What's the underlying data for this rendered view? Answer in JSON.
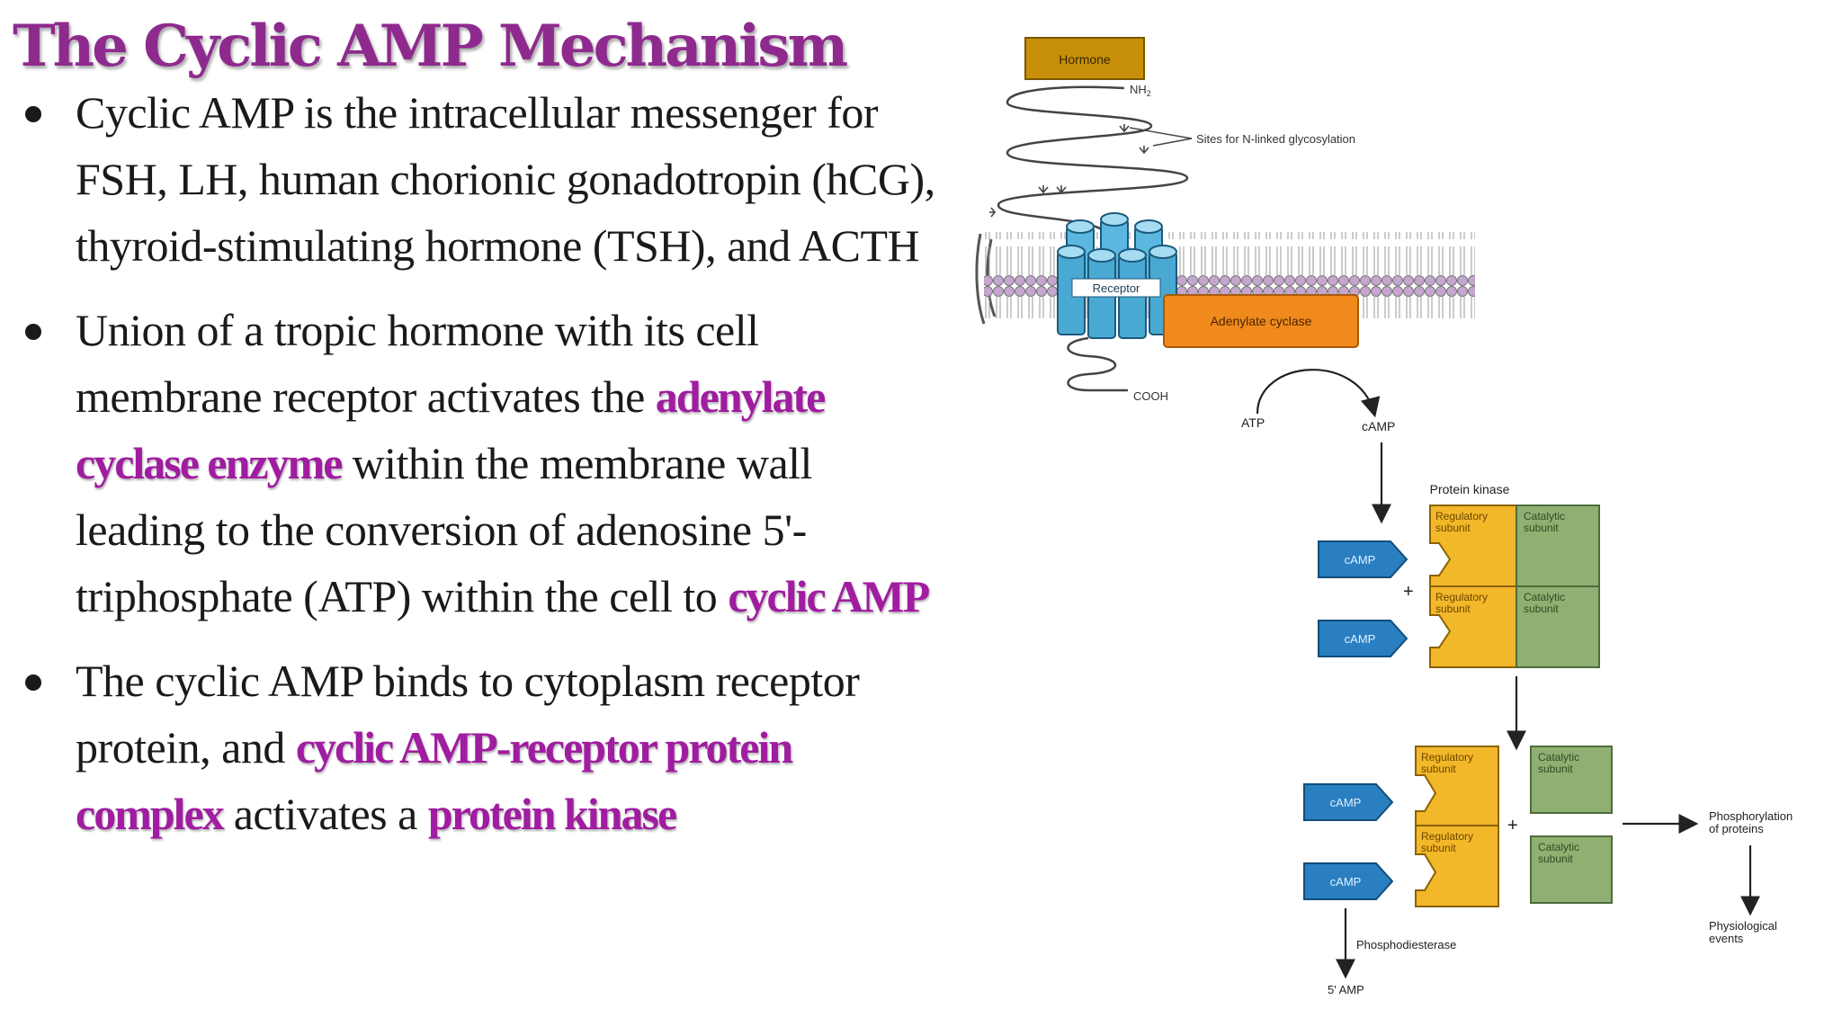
{
  "title": "The Cyclic AMP Mechanism",
  "bullets": [
    {
      "parts": [
        {
          "text": "Cyclic AMP is the intracellular messenger for FSH, LH, human chorionic gonadotropin (hCG), thyroid-stimulating hormone (TSH), and ACTH",
          "highlight": false
        }
      ]
    },
    {
      "parts": [
        {
          "text": "Union of a tropic hormone with its cell membrane receptor activates the ",
          "highlight": false
        },
        {
          "text": "adenylate cyclase enzyme",
          "highlight": true
        },
        {
          "text": " within the membrane wall leading to the conversion of adenosine 5'-triphosphate (ATP) within the cell to ",
          "highlight": false
        },
        {
          "text": "cyclic AMP",
          "highlight": true
        }
      ]
    },
    {
      "parts": [
        {
          "text": "The cyclic AMP binds to cytoplasm receptor protein, and ",
          "highlight": false
        },
        {
          "text": "cyclic AMP-receptor protein complex",
          "highlight": true
        },
        {
          "text": " activates a ",
          "highlight": false
        },
        {
          "text": "protein kinase",
          "highlight": true
        }
      ]
    }
  ],
  "diagram": {
    "hormone": "Hormone",
    "nh2": "NH",
    "nh2_sub": "2",
    "glycosylation": "Sites for N-linked glycosylation",
    "receptor": "Receptor",
    "cooh": "COOH",
    "adenylate_cyclase": "Adenylate cyclase",
    "atp": "ATP",
    "camp": "cAMP",
    "protein_kinase": "Protein kinase",
    "regulatory_subunit": [
      "Regulatory",
      "subunit"
    ],
    "catalytic_subunit": [
      "Catalytic",
      "subunit"
    ],
    "plus": "+",
    "phosphorylation": [
      "Phosphorylation",
      "of proteins"
    ],
    "physiological": [
      "Physiological",
      "events"
    ],
    "phosphodiesterase": "Phosphodiesterase",
    "five_amp": "5' AMP",
    "colors": {
      "hormone_fill": "#c8900a",
      "membrane": "#c6a6cf",
      "receptor": "#5bb7df",
      "adenylate": "#f08a1c",
      "camp": "#2a7fc1",
      "regulatory": "#f3b72a",
      "catalytic": "#8fb072"
    }
  }
}
